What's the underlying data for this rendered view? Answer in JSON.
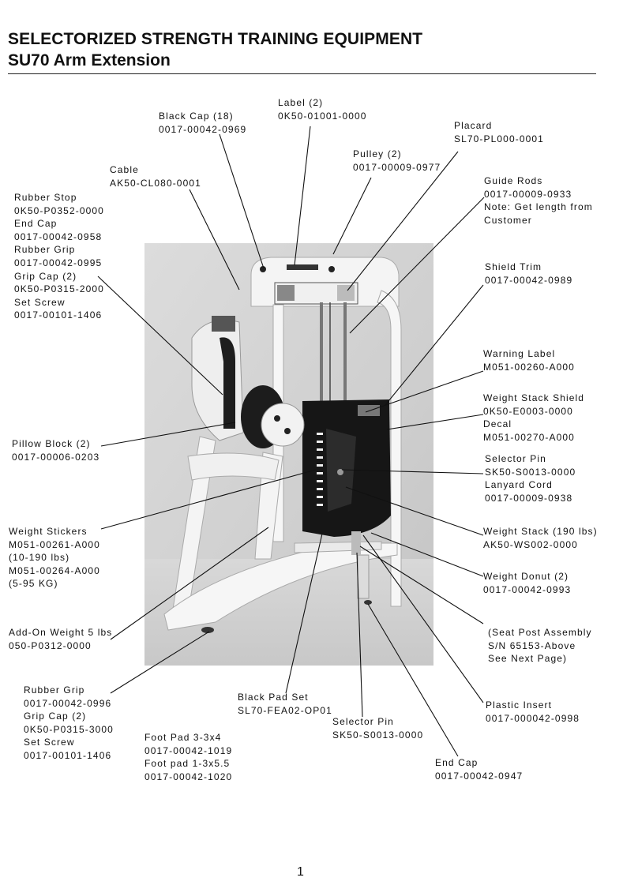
{
  "header": {
    "title": "SELECTORIZED STRENGTH TRAINING EQUIPMENT",
    "subtitle": "SU70 Arm Extension"
  },
  "labels": {
    "label": [
      "Label (2)",
      "0K50-01001-0000"
    ],
    "black_cap": [
      "Black Cap (18)",
      "0017-00042-0969"
    ],
    "placard": [
      "Placard",
      "SL70-PL000-0001"
    ],
    "pulley": [
      "Pulley (2)",
      "0017-00009-0977"
    ],
    "cable": [
      "Cable",
      "AK50-CL080-0001"
    ],
    "guide_rods": [
      "Guide Rods",
      "0017-00009-0933",
      "Note: Get length from",
      "Customer"
    ],
    "rubber_stop": [
      "Rubber Stop",
      "0K50-P0352-0000",
      "End Cap",
      "0017-00042-0958",
      "Rubber Grip",
      "0017-00042-0995",
      "Grip Cap (2)",
      "0K50-P0315-2000",
      "Set Screw",
      "0017-00101-1406"
    ],
    "shield_trim": [
      "Shield Trim",
      "0017-00042-0989"
    ],
    "warning_label": [
      "Warning Label",
      "M051-00260-A000"
    ],
    "weight_stack_shield": [
      "Weight Stack Shield",
      "0K50-E0003-0000",
      "Decal",
      "M051-00270-A000"
    ],
    "pillow_block": [
      "Pillow Block (2)",
      "0017-00006-0203"
    ],
    "selector_pin_right": [
      "Selector Pin",
      "SK50-S0013-0000",
      "Lanyard Cord",
      "0017-00009-0938"
    ],
    "weight_stickers": [
      "Weight Stickers",
      "M051-00261-A000",
      "(10-190 lbs)",
      "M051-00264-A000",
      "(5-95 KG)"
    ],
    "weight_stack": [
      "Weight Stack (190 lbs)",
      "AK50-WS002-0000"
    ],
    "weight_donut": [
      "Weight Donut (2)",
      "0017-00042-0993"
    ],
    "add_on_weight": [
      "Add-On Weight 5 lbs",
      "050-P0312-0000"
    ],
    "seat_post": [
      "(Seat Post Assembly",
      "S/N 65153-Above",
      "See Next Page)"
    ],
    "rubber_grip_bottom": [
      "Rubber Grip",
      "0017-00042-0996",
      "Grip Cap (2)",
      "0K50-P0315-3000",
      "Set Screw",
      "0017-00101-1406"
    ],
    "black_pad_set": [
      "Black Pad Set",
      "SL70-FEA02-OP01"
    ],
    "plastic_insert": [
      "Plastic Insert",
      "0017-000042-0998"
    ],
    "foot_pad": [
      "Foot Pad 3-3x4",
      "0017-00042-1019",
      "Foot pad 1-3x5.5",
      "0017-00042-1020"
    ],
    "selector_pin_bottom": [
      "Selector Pin",
      "SK50-S0013-0000"
    ],
    "end_cap_bottom": [
      "End Cap",
      "0017-00042-0947"
    ]
  },
  "page_number": "1",
  "colors": {
    "text": "#111111",
    "photo_bg": "#d2d2d2",
    "stack": "#151515",
    "frame": "#f4f4f4"
  }
}
